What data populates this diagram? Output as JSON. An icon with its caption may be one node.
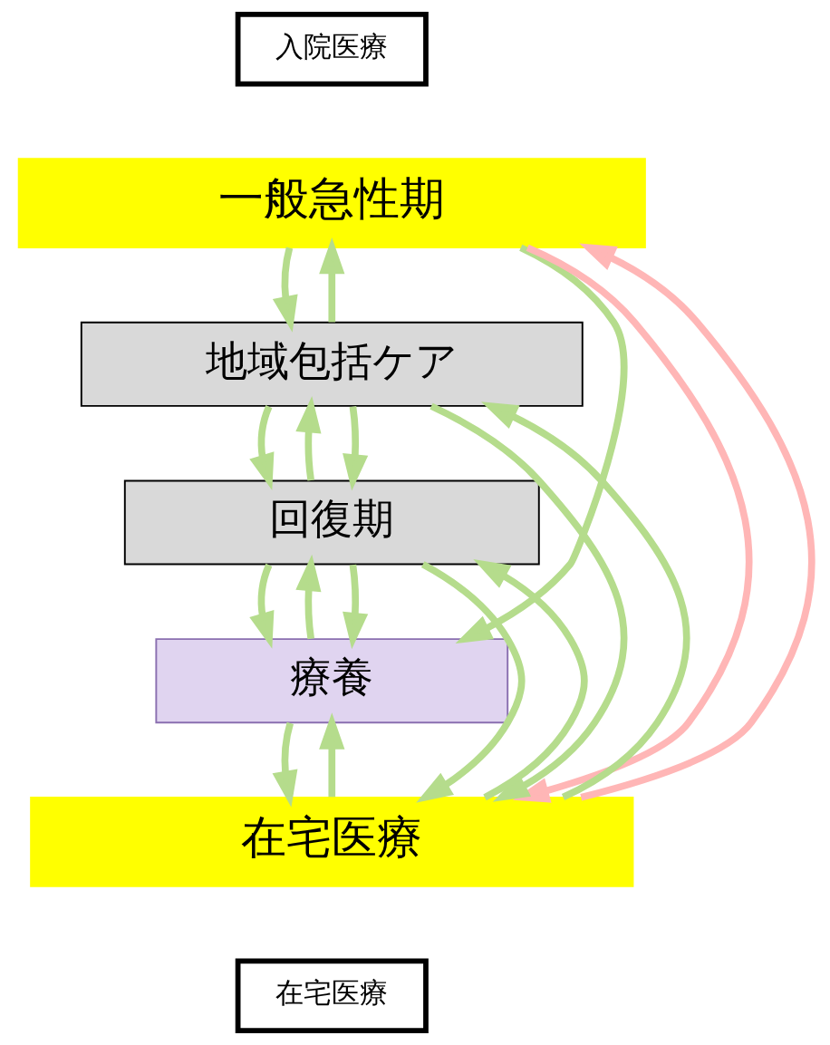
{
  "diagram": {
    "nodes": [
      {
        "text": [
          "入院医療"
        ]
      },
      {
        "text": [
          "一般急性期"
        ]
      },
      {
        "text": [
          "地域包括ケア"
        ]
      },
      {
        "text": [
          "回復期"
        ]
      },
      {
        "text": [
          "療養"
        ]
      },
      {
        "text": [
          "在宅医療"
        ]
      },
      {
        "text": [
          "在宅医療"
        ]
      }
    ],
    "edges": [
      {
        "from": 1,
        "to": 2,
        "arrow": "to"
      },
      {
        "from": 2,
        "to": 1,
        "arrow": "to"
      },
      {
        "from": 2,
        "to": 3,
        "arrow": "to"
      },
      {
        "from": 3,
        "to": 2,
        "arrow": "to"
      },
      {
        "from": 3,
        "to": 4,
        "arrow": "to"
      },
      {
        "from": 4,
        "to": 3,
        "arrow": "to"
      },
      {
        "from": 4,
        "to": 5,
        "arrow": "to"
      },
      {
        "from": 5,
        "to": 4,
        "arrow": "to"
      },
      {
        "from": 5,
        "to": 2,
        "arrow": "to"
      },
      {
        "from": 5,
        "to": 3,
        "arrow": "to"
      },
      {
        "from": 2,
        "to": 3,
        "arrow": "to"
      },
      {
        "from": 1,
        "to": 4,
        "arrow": "to"
      },
      {
        "from": 3,
        "to": 4,
        "arrow": "to"
      },
      {
        "from": 3,
        "to": 5,
        "arrow": "to"
      },
      {
        "from": 2,
        "to": 5,
        "arrow": "to"
      },
      {
        "from": 1,
        "to": 5,
        "arrow": "to",
        "color": "#ffb6b6"
      },
      {
        "from": 5,
        "to": 1,
        "arrow": "to",
        "color": "#ffb6b6"
      }
    ]
  }
}
